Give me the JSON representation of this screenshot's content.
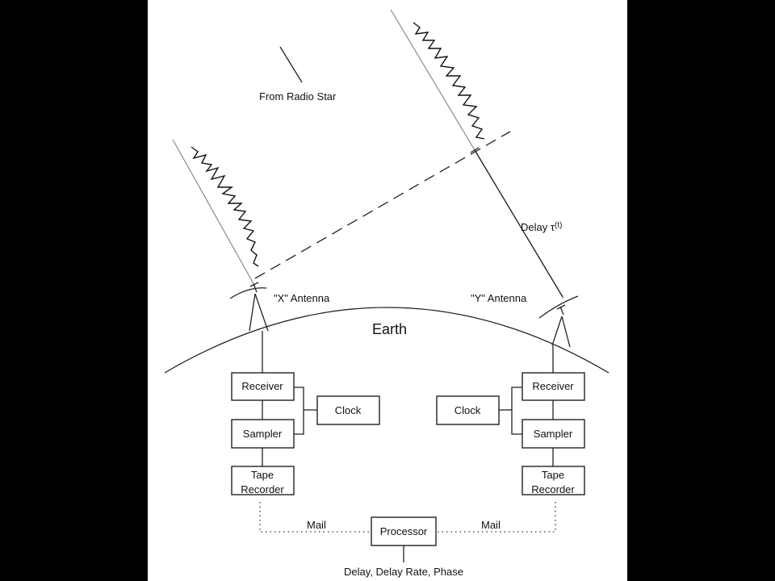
{
  "diagram": {
    "source_label": "From Radio Star",
    "earth_label": "Earth",
    "delay_label": "Delay τ",
    "delay_arg": "(t)",
    "antenna_x": "\"X\" Antenna",
    "antenna_y": "\"Y\" Antenna",
    "x_station": {
      "receiver": "Receiver",
      "sampler": "Sampler",
      "clock": "Clock",
      "tape_line1": "Tape",
      "tape_line2": "Recorder"
    },
    "y_station": {
      "receiver": "Receiver",
      "sampler": "Sampler",
      "clock": "Clock",
      "tape_line1": "Tape",
      "tape_line2": "Recorder"
    },
    "processor": "Processor",
    "mail_left": "Mail",
    "mail_right": "Mail",
    "output": "Delay, Delay Rate, Phase"
  }
}
